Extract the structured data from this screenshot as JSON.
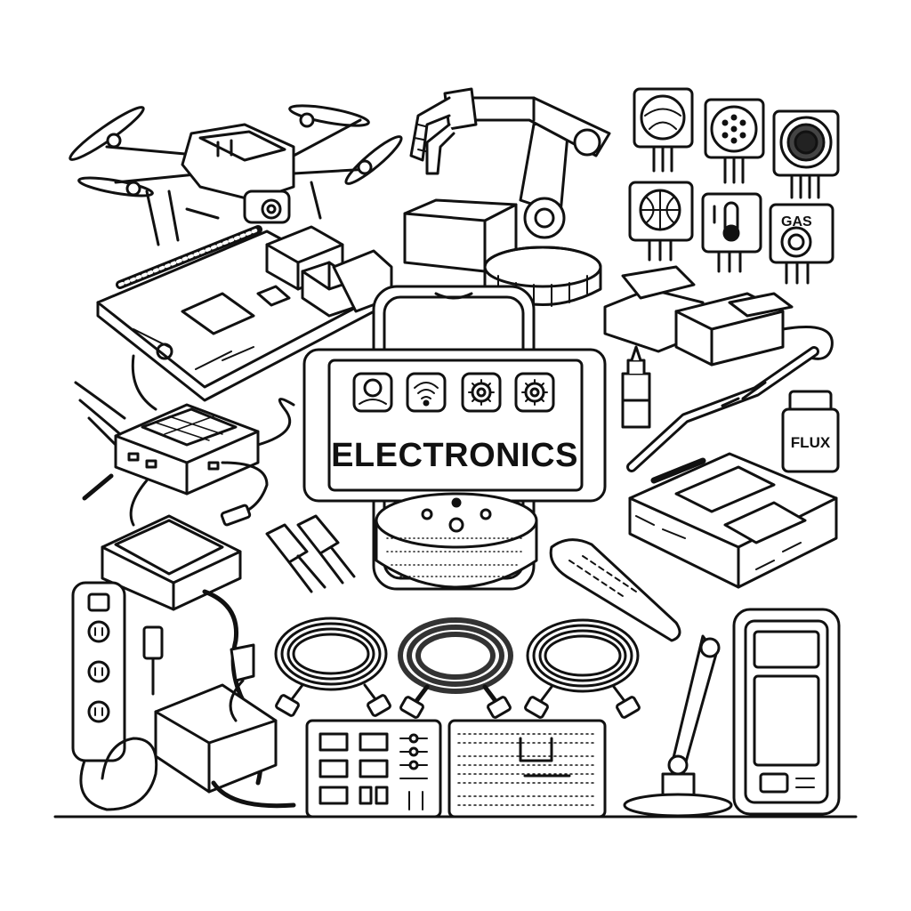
{
  "illustration": {
    "title": "ELECTRONICS",
    "labels": {
      "flux_jar": "FLUX",
      "gas_sensor": "GAS"
    }
  }
}
